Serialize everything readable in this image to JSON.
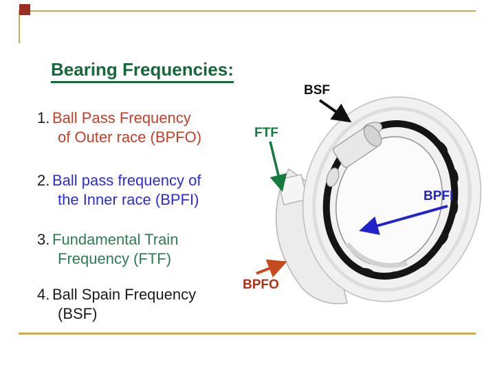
{
  "slide": {
    "title": "Bearing Frequencies:",
    "title_color": "#17673b",
    "items": [
      {
        "number": "1.",
        "color": "#c43f2a",
        "lines": [
          "Ball Pass Frequency",
          "of Outer race (BPFO)"
        ]
      },
      {
        "number": "2.",
        "color": "#2c2cd4",
        "lines": [
          "Ball pass frequency of",
          "the Inner race (BPFI)"
        ]
      },
      {
        "number": "3.",
        "color": "#2e7d52",
        "lines": [
          "Fundamental Train",
          "Frequency (FTF)"
        ]
      },
      {
        "number": "4.",
        "color": "#1a1a1a",
        "lines": [
          "Ball Spain Frequency",
          "(BSF)"
        ]
      }
    ]
  },
  "diagram": {
    "labels": [
      {
        "id": "bsf",
        "text": "BSF",
        "color": "#111111",
        "arrow_color": "#111111"
      },
      {
        "id": "ftf",
        "text": "FTF",
        "color": "#157a3e",
        "arrow_color": "#157a3e"
      },
      {
        "id": "bpfi",
        "text": "BPFI",
        "color": "#2323cc",
        "arrow_color": "#2323cc"
      },
      {
        "id": "bpfo",
        "text": "BPFO",
        "color": "#b23018",
        "arrow_color": "#c54a1d"
      }
    ]
  },
  "decor": {
    "rule_color": "#c9a952",
    "square_color": "#9b2d20"
  }
}
